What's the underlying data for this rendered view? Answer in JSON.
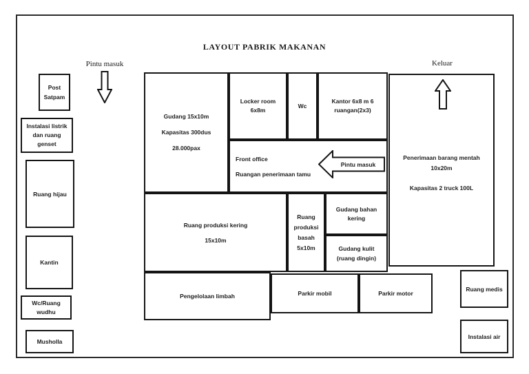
{
  "title": "LAYOUT PABRIK MAKANAN",
  "labels": {
    "entrance": "Pintu masuk",
    "exit": "Keluar",
    "entrance_arrow": "Pintu masuk"
  },
  "colors": {
    "line": "#141414",
    "text": "#1c1c1c",
    "background": "#ffffff"
  },
  "rooms": {
    "post_satpam": "Post\nSatpam",
    "instalasi_listrik": "Instalasi listrik\ndan ruang\ngenset",
    "ruang_hijau": "Ruang hijau",
    "kantin": "Kantin",
    "wc_wudhu": "Wc/Ruang\nwudhu",
    "musholla": "Musholla",
    "gudang": "Gudang 15x10m\nKapasitas 300dus\n28.000pax",
    "locker_room": "Locker room\n6x8m",
    "wc": "Wc",
    "kantor": "Kantor 6x8 m 6\nruangan(2x3)",
    "front_office": "Front office\nRuangan penerimaan tamu",
    "penerimaan": "Penerimaan barang mentah\n10x20m\n\nKapasitas 2 truck 100L",
    "produksi_kering": "Ruang produksi kering\n15x10m",
    "produksi_basah": "Ruang\nproduksi\nbasah\n5x10m",
    "gudang_bahan_kering": "Gudang bahan\nkering",
    "gudang_kulit": "Gudang kulit\n(ruang dingin)",
    "pengelolaan_limbah": "Pengelolaan limbah",
    "parkir_mobil": "Parkir mobil",
    "parkir_motor": "Parkir motor",
    "ruang_medis": "Ruang medis",
    "instalasi_air": "Instalasi air"
  }
}
